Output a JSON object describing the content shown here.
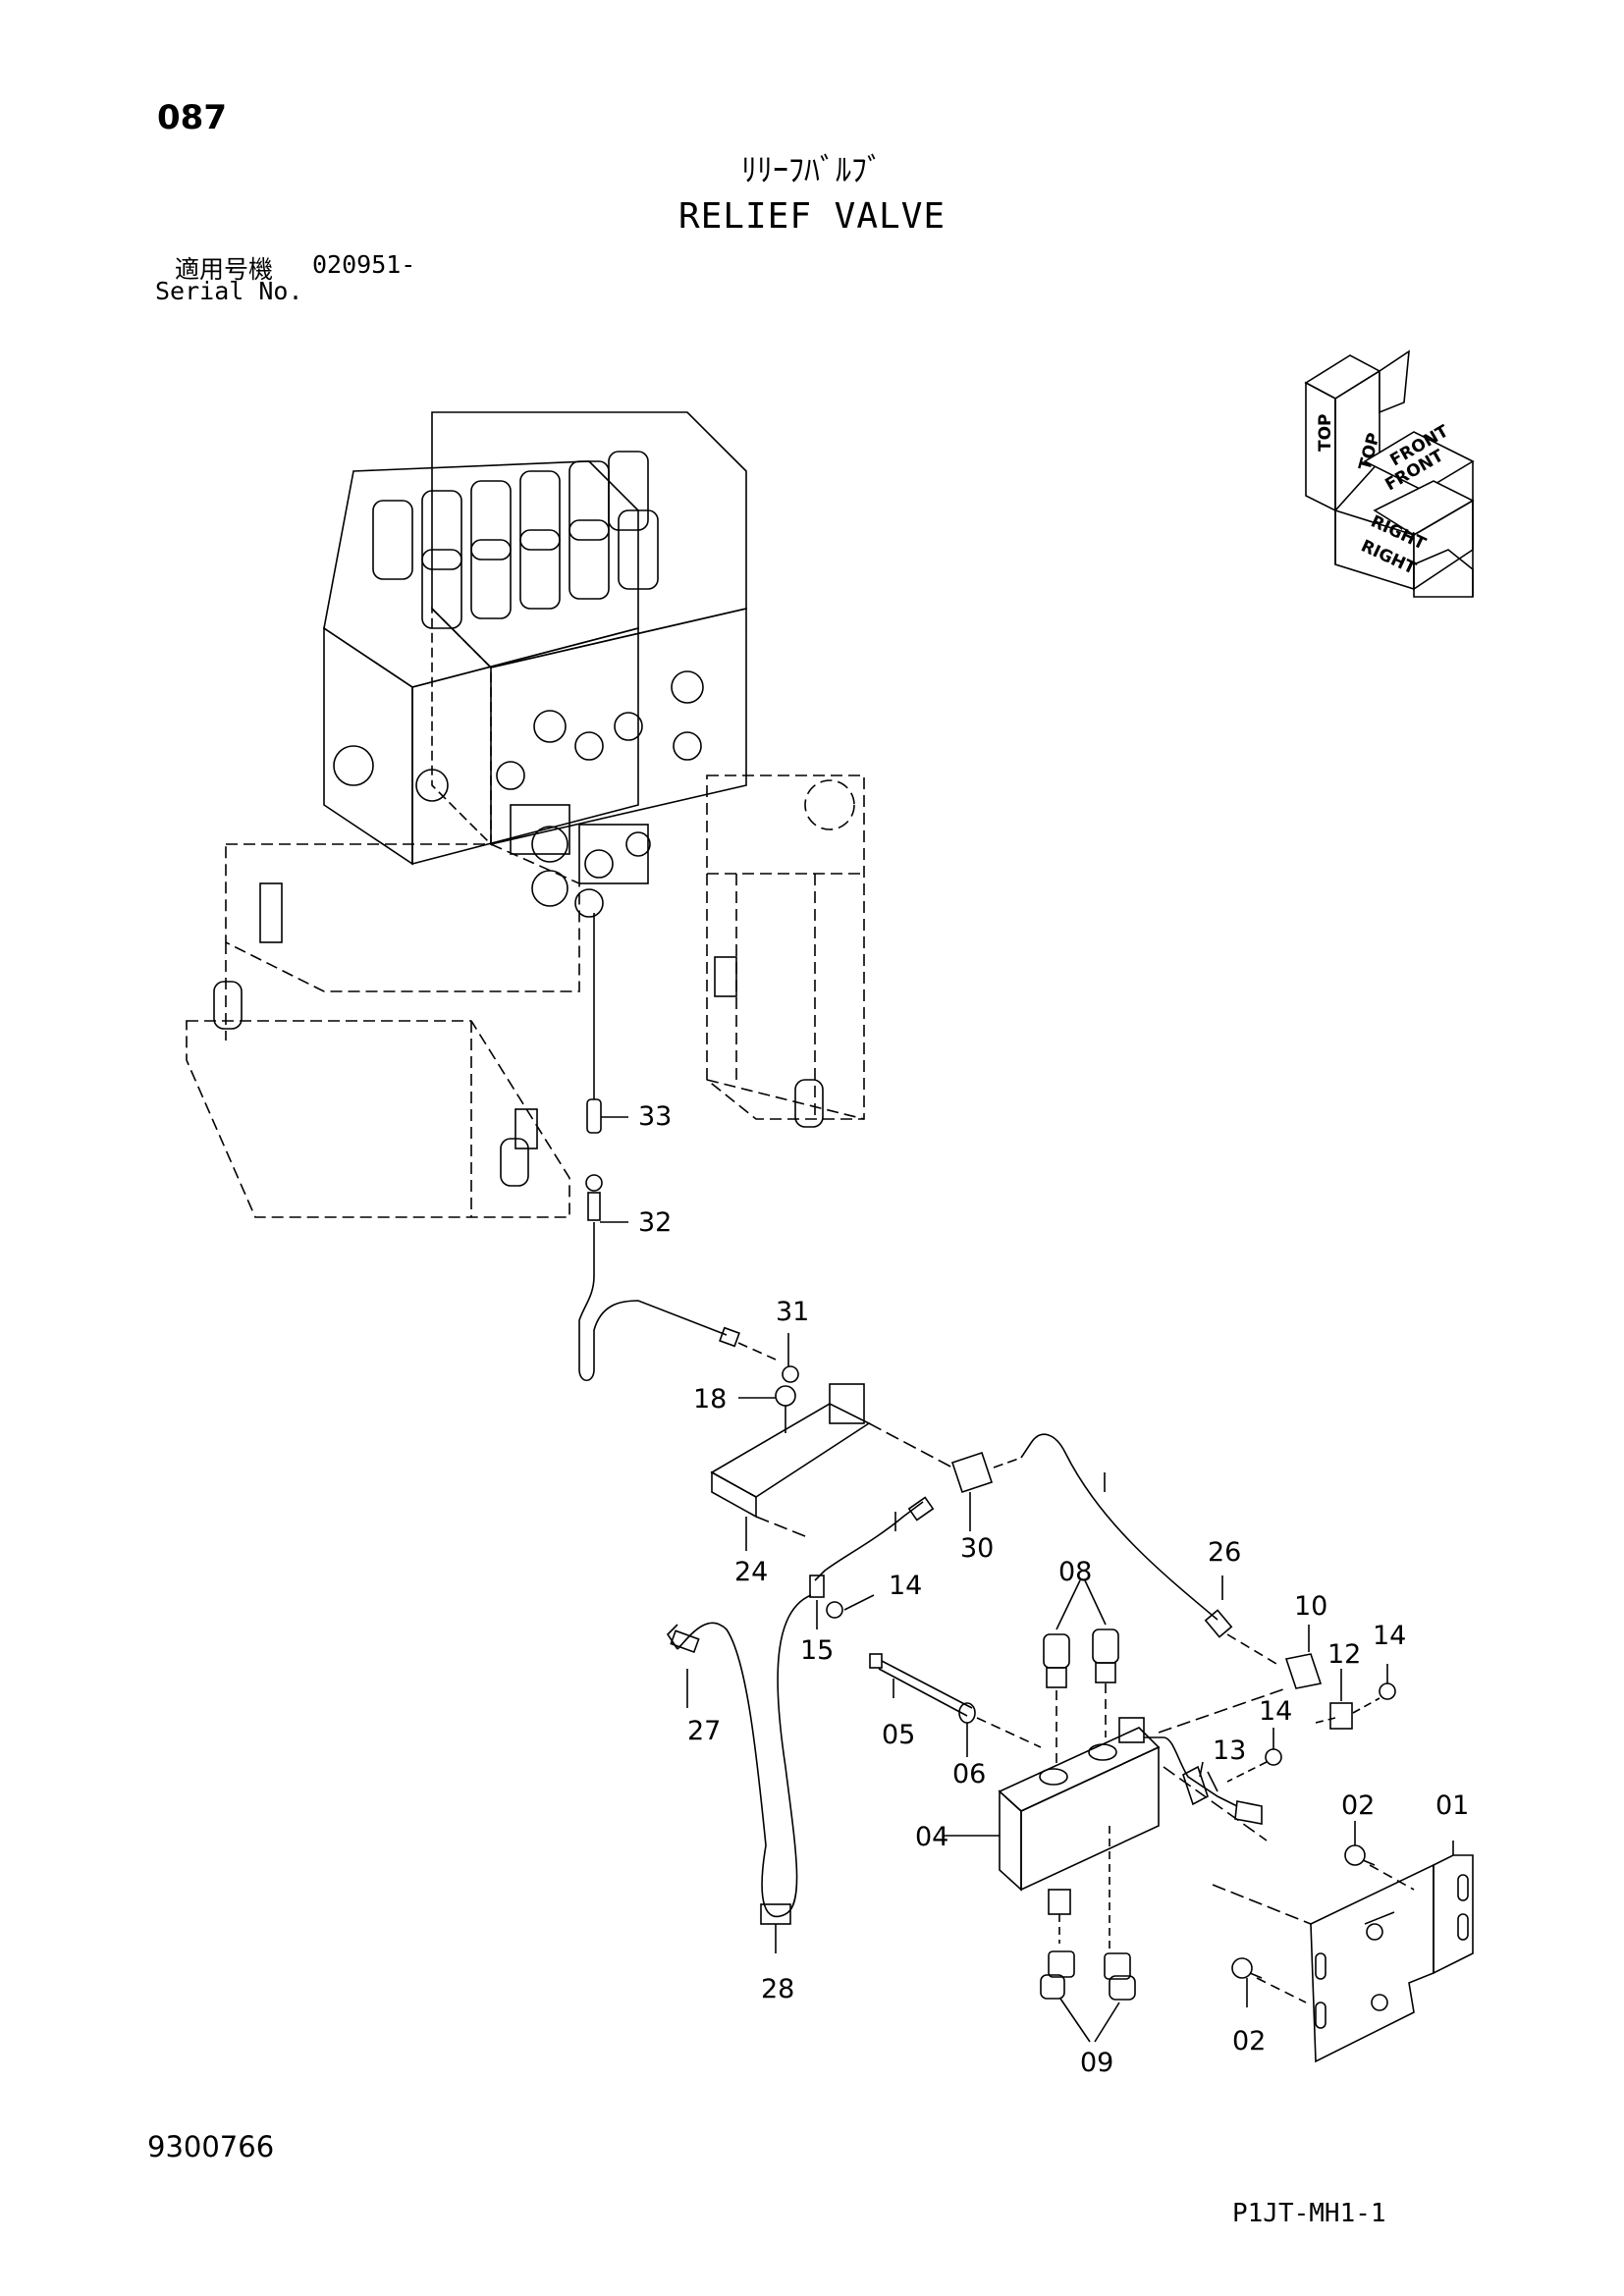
{
  "header": {
    "page_number": "087",
    "title_jp": "ﾘﾘｰﾌﾊﾞﾙﾌﾞ",
    "title_en": "RELIEF VALVE",
    "serial_label_jp": "適用号機",
    "serial_value": "020951-",
    "serial_label_en": "Serial No."
  },
  "orientation_icon": {
    "labels": [
      "TOP",
      "TOP",
      "FRONT",
      "FRONT",
      "RIGHT",
      "RIGHT"
    ]
  },
  "callouts": [
    "33",
    "32",
    "31",
    "18",
    "24",
    "30",
    "26",
    "14",
    "15",
    "08",
    "10",
    "12",
    "14",
    "27",
    "05",
    "06",
    "14",
    "13",
    "02",
    "01",
    "04",
    "28",
    "09",
    "02"
  ],
  "footer": {
    "doc_number": "9300766",
    "page_code": "P1JT-MH1-1"
  }
}
